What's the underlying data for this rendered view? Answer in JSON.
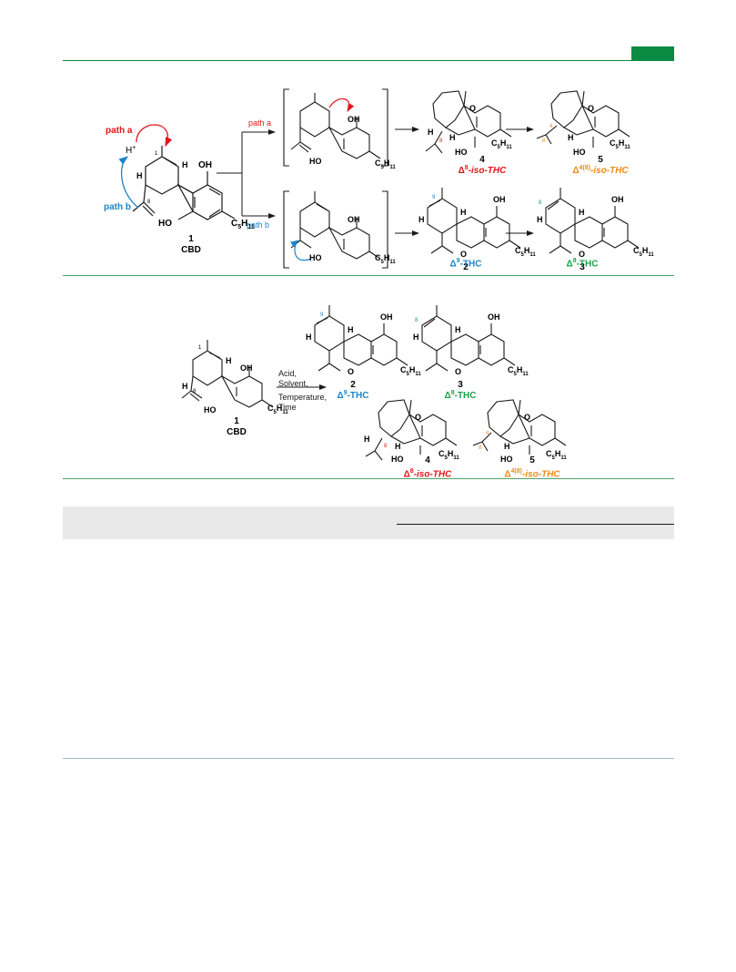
{
  "colors": {
    "accent_green": "#0a8a43",
    "rule_green": "#4aa36a",
    "path_a_red": "#e3161b",
    "path_b_blue": "#1a86c8",
    "num9_blue": "#1a86c8",
    "num8_green": "#17a34a",
    "orange": "#f08a16",
    "gray_band": "#e9e9e9",
    "bond": "#1a1a1a"
  },
  "scheme1": {
    "path_a_label": "path a",
    "path_b_label": "path b",
    "path_a_branch_label": "path a",
    "path_b_branch_label": "path b",
    "h_plus": "H",
    "h_plus_sup": "+",
    "cbd_number": "1",
    "cbd_name": "CBD",
    "p4_number": "4",
    "p4_name_delta": "Δ",
    "p4_name_sup": "8",
    "p4_name_rest": "-iso-THC",
    "p5_number": "5",
    "p5_name_delta": "Δ",
    "p5_name_sup": "4(8)",
    "p5_name_rest": "-iso-THC",
    "p2_number": "2",
    "p2_name_delta": "Δ",
    "p2_name_sup": "9",
    "p2_name_rest": "-THC",
    "p3_number": "3",
    "p3_name_delta": "Δ",
    "p3_name_sup": "8",
    "p3_name_rest": "-THC",
    "oh": "OH",
    "ho": "HO",
    "o": "O",
    "h": "H",
    "c5h11": "C",
    "c5h11_sub1": "5",
    "c5h11_h": "H",
    "c5h11_sub2": "11",
    "pos1": "1",
    "pos8": "8",
    "pos9": "9",
    "pos4": "4"
  },
  "scheme2": {
    "conditions": [
      "Acid,",
      "Solvent,",
      "Temperature,",
      "Time"
    ],
    "cbd_number": "1",
    "cbd_name": "CBD",
    "p2_number": "2",
    "p3_number": "3",
    "p4_number": "4",
    "p5_number": "5",
    "delta": "Δ",
    "p2_sup": "9",
    "p2_rest": "-THC",
    "p3_sup": "8",
    "p3_rest": "-THC",
    "p4_sup": "8",
    "p4_rest": "-iso-THC",
    "p5_sup": "4(8)",
    "p5_rest": "-iso-THC"
  }
}
